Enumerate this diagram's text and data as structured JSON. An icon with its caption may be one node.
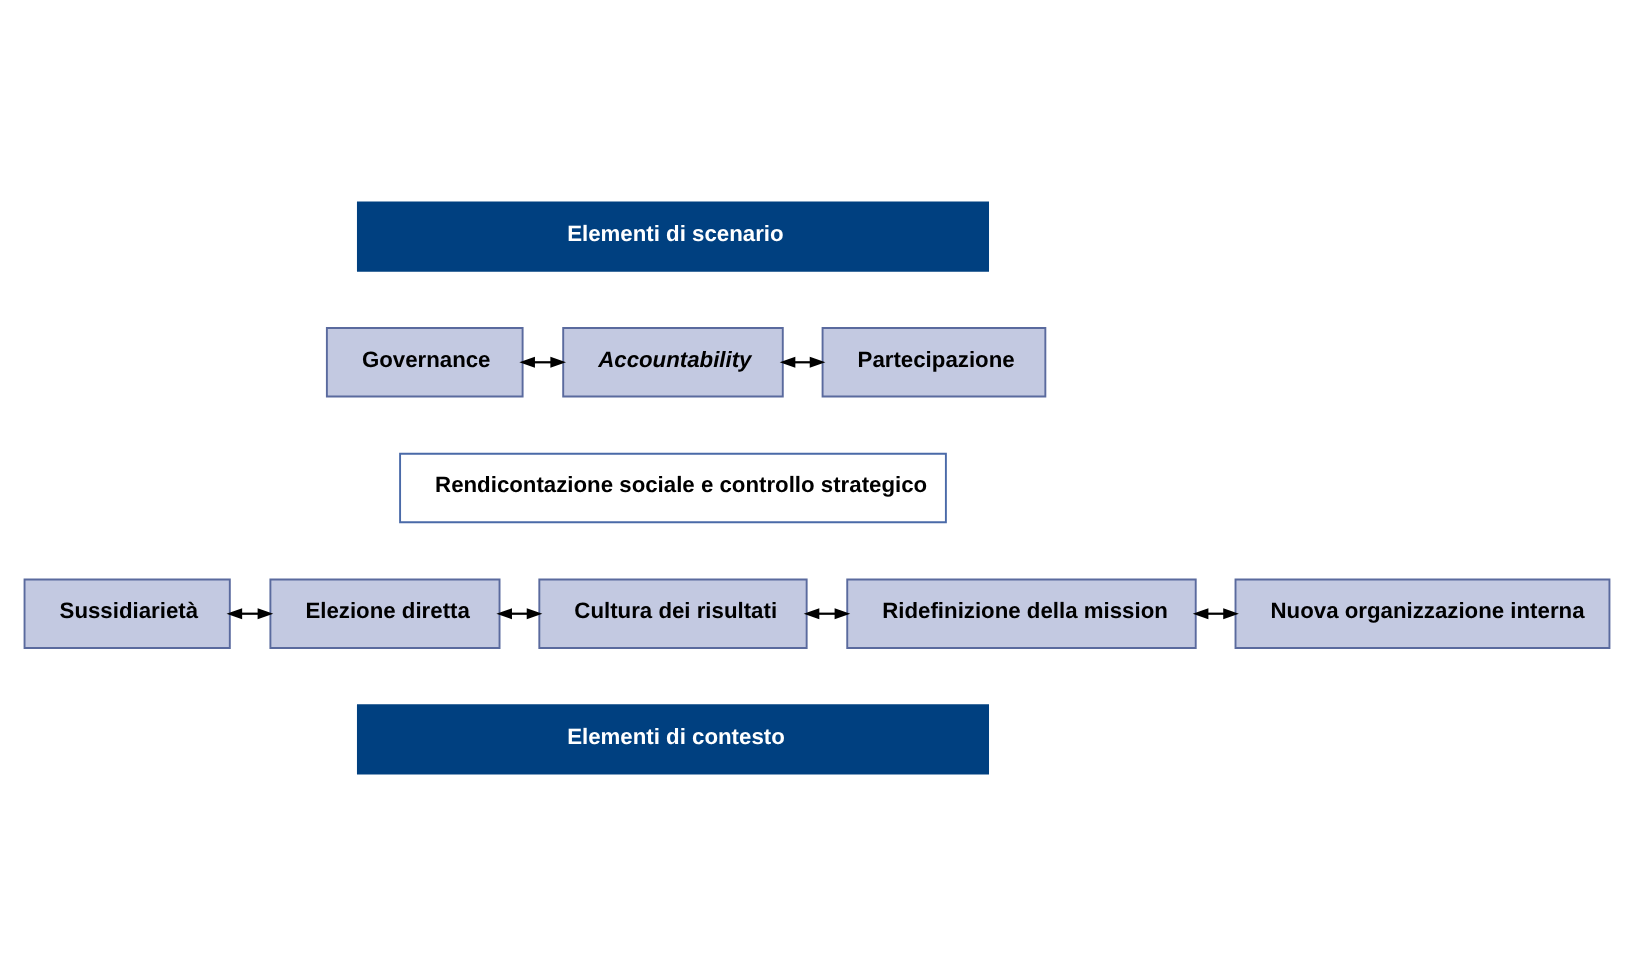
{
  "diagram": {
    "nodes": [
      {
        "text": [
          "Elementi di scenario"
        ]
      },
      {
        "text": [
          "Governance"
        ]
      },
      {
        "text": [
          "Accountability"
        ]
      },
      {
        "text": [
          "Partecipazione"
        ]
      },
      {
        "text": [
          "Rendicontazione sociale e controllo strategico"
        ]
      },
      {
        "text": [
          "Sussidiarietà"
        ]
      },
      {
        "text": [
          "Elezione diretta"
        ]
      },
      {
        "text": [
          "Cultura dei risultati"
        ]
      },
      {
        "text": [
          "Ridefinizione della mission"
        ]
      },
      {
        "text": [
          "Nuova organizzazione interna"
        ]
      },
      {
        "text": [
          "Elementi di contesto"
        ]
      }
    ],
    "edges": [
      {
        "from": 1,
        "to": 2,
        "arrow": "both"
      },
      {
        "from": 2,
        "to": 3,
        "arrow": "both"
      },
      {
        "from": 5,
        "to": 6,
        "arrow": "both"
      },
      {
        "from": 6,
        "to": 7,
        "arrow": "both"
      },
      {
        "from": 7,
        "to": 8,
        "arrow": "both"
      },
      {
        "from": 8,
        "to": 9,
        "arrow": "both"
      }
    ]
  }
}
